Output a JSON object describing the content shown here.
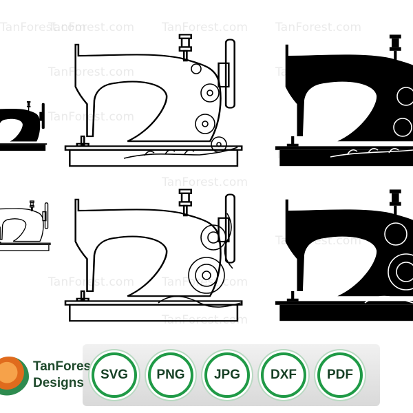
{
  "watermark": "TanForest.com",
  "brand": {
    "line1": "TanForest",
    "line2": "Designs"
  },
  "formats": [
    "SVG",
    "PNG",
    "JPG",
    "DXF",
    "PDF"
  ],
  "colors": {
    "accent_green": "#1f9a46",
    "text_dark": "#153f24",
    "black": "#000000"
  }
}
